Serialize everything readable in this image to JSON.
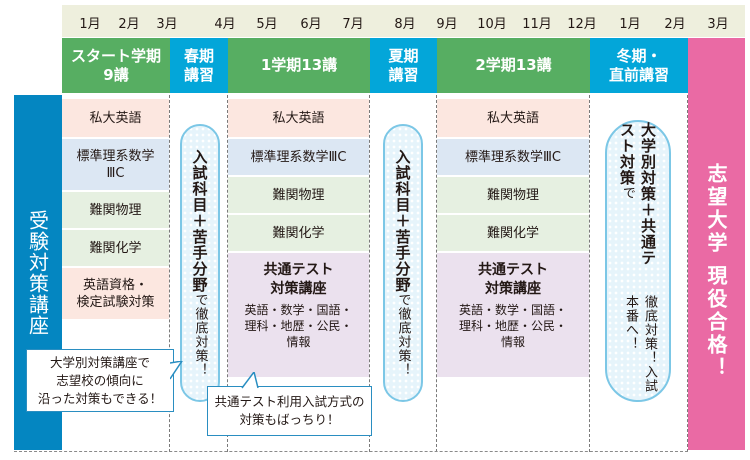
{
  "months": {
    "labels": [
      "1月",
      "2月",
      "3月",
      "4月",
      "5月",
      "6月",
      "7月",
      "8月",
      "9月",
      "10月",
      "11月",
      "12月",
      "1月",
      "2月",
      "3月"
    ]
  },
  "phases": [
    {
      "id": "start",
      "line1": "スタート学期",
      "line2": "9講",
      "color": "#57ae62"
    },
    {
      "id": "spring",
      "line1": "春期",
      "line2": "講習",
      "color": "#03a6d9"
    },
    {
      "id": "term1",
      "line1": "1学期13講",
      "line2": "",
      "color": "#57ae62"
    },
    {
      "id": "summer",
      "line1": "夏期",
      "line2": "講習",
      "color": "#03a6d9"
    },
    {
      "id": "term2",
      "line1": "2学期13講",
      "line2": "",
      "color": "#57ae62"
    },
    {
      "id": "winter",
      "line1": "冬期・",
      "line2": "直前講習",
      "color": "#03a6d9"
    },
    {
      "id": "goal",
      "line1": "",
      "line2": "",
      "color": "#ea6aa4"
    }
  ],
  "left_label": "受験対策講座",
  "start_courses": [
    {
      "line1": "私大英語",
      "line2": ""
    },
    {
      "line1": "標準理系数学",
      "line2": "ⅢC"
    },
    {
      "line1": "難関物理",
      "line2": ""
    },
    {
      "line1": "難関化学",
      "line2": ""
    },
    {
      "line1": "英語資格・",
      "line2": "検定試験対策"
    }
  ],
  "term_courses": {
    "c1": "私大英語",
    "c2": "標準理系数学ⅢC",
    "c3": "難関物理",
    "c4": "難関化学",
    "common_title1": "共通テスト",
    "common_title2": "対策講座",
    "common_sub1": "英語・数学・国語・",
    "common_sub2": "理科・地歴・公民・",
    "common_sub3": "情報"
  },
  "seasonal_pill": {
    "strong": "入試科目＋苦手分野",
    "weak": "で徹底対策！"
  },
  "winter_pill": {
    "strong_col": "大学別対策＋共通テスト対策",
    "strong_tail": "で",
    "weak_col": "徹底対策！入試本番へ！"
  },
  "goal_text": "志望大学 現役合格！",
  "bubbles": {
    "left": {
      "line1": "大学別対策講座で",
      "line2": "志望校の傾向に",
      "line3": "沿った対策もできる！"
    },
    "center": {
      "line1": "共通テスト利用入試方式の",
      "line2": "対策もばっちり！"
    }
  },
  "colors": {
    "green": "#57ae62",
    "blue": "#03a6d9",
    "pink": "#ea6aa4",
    "leftbar": "#0486c1",
    "month_band": "#eeefdd"
  }
}
